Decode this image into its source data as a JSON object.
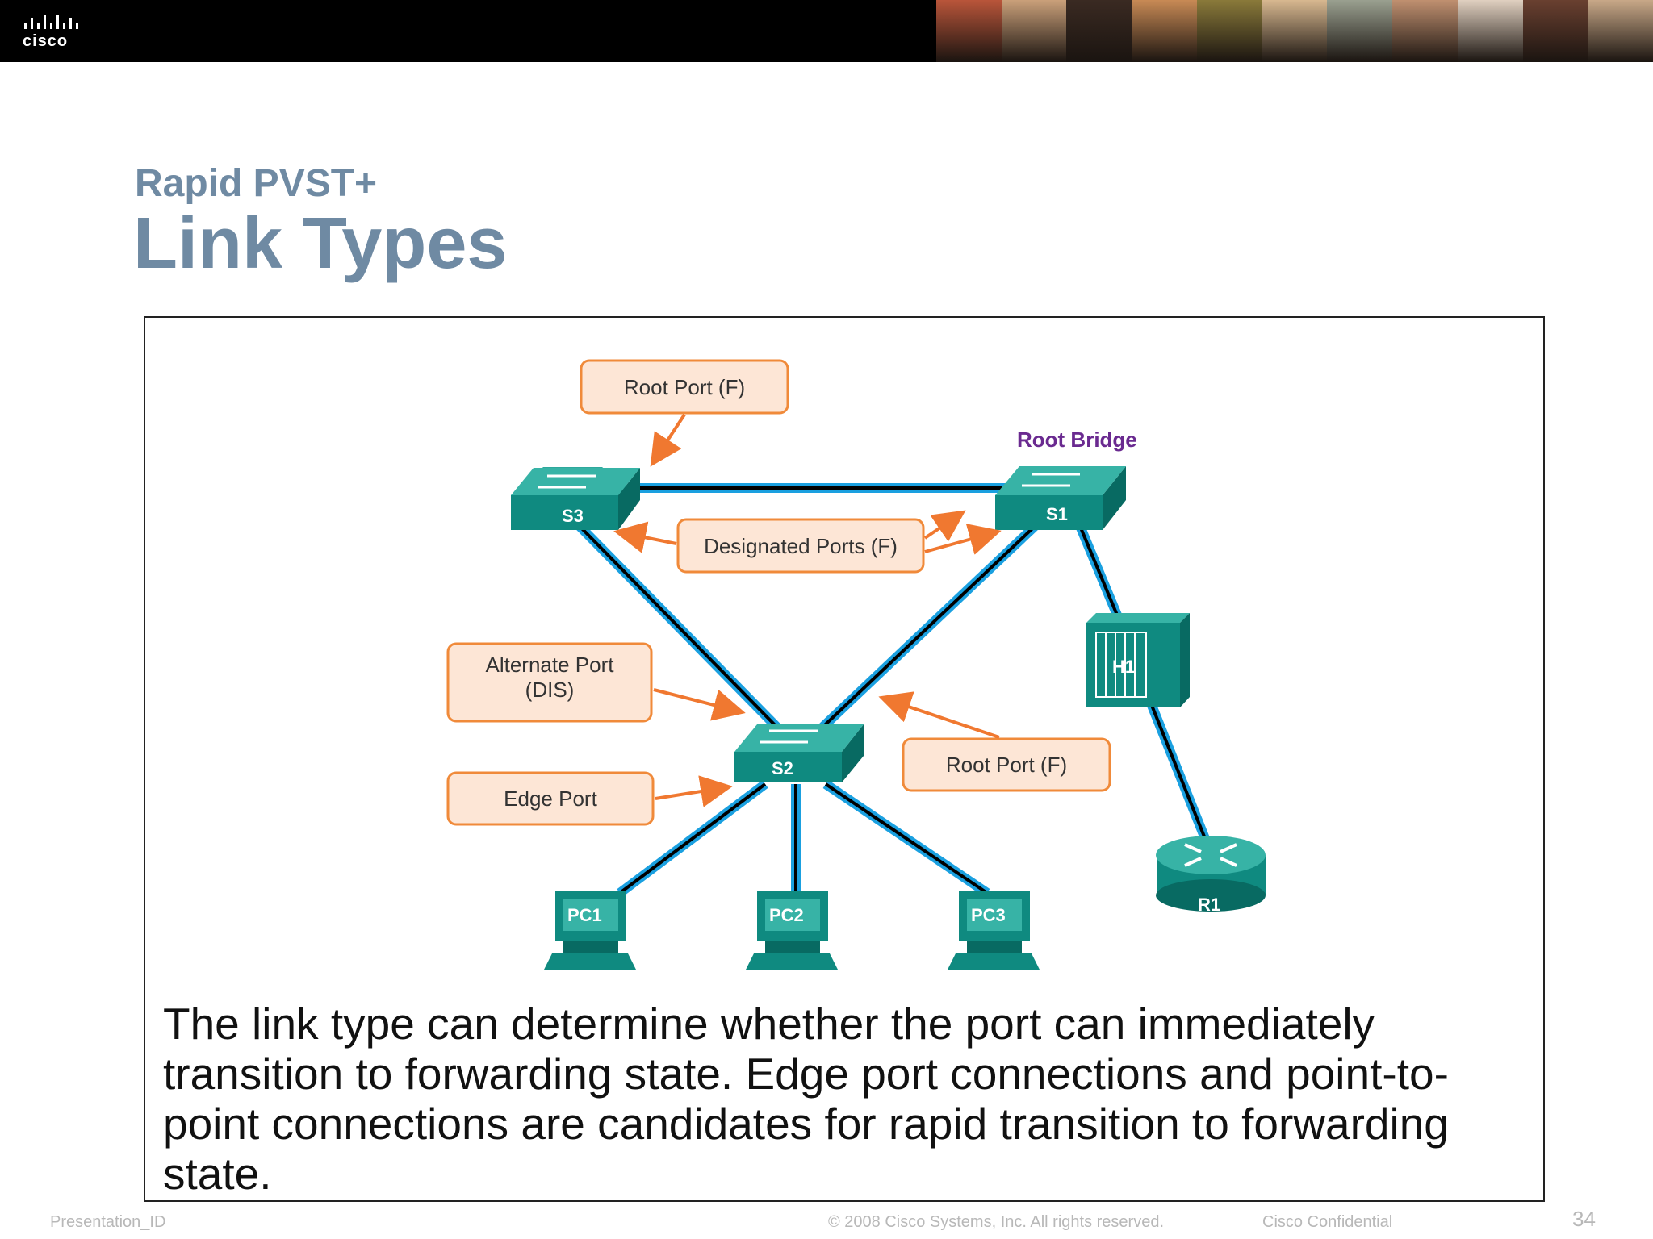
{
  "header": {
    "logo_text": "cisco",
    "photos": [
      "#b9553a",
      "#caa07a",
      "#3a2a22",
      "#c88a55",
      "#8a7a3a",
      "#d8b890",
      "#9aa090",
      "#c09070",
      "#e0d0c0",
      "#6a4030",
      "#c8a888"
    ]
  },
  "slide": {
    "subtitle": "Rapid PVST+",
    "title": "Link Types"
  },
  "diagram": {
    "root_bridge_label": "Root Bridge",
    "devices": {
      "s1": "S1",
      "s2": "S2",
      "s3": "S3",
      "h1": "H1",
      "r1": "R1",
      "pc1": "PC1",
      "pc2": "PC2",
      "pc3": "PC3"
    },
    "callouts": {
      "root_port_top": "Root Port (F)",
      "designated_ports": "Designated Ports (F)",
      "alternate_port_line1": "Alternate Port",
      "alternate_port_line2": "(DIS)",
      "edge_port": "Edge Port",
      "root_port_right": "Root Port (F)"
    },
    "colors": {
      "device": "#0f8a80",
      "device_dark": "#086a62",
      "link_outer": "#1aa0e0",
      "link_inner": "#000000",
      "callout_border": "#f08a3a",
      "callout_fill": "#fde6d6",
      "arrow": "#f07830",
      "root_bridge": "#6a2a90"
    }
  },
  "caption": "The link type can determine whether the port can immediately transition to forwarding state. Edge port connections and point-to-point connections are candidates for rapid transition to forwarding state.",
  "footer": {
    "presentation_id": "Presentation_ID",
    "copyright": "© 2008 Cisco Systems, Inc. All rights reserved.",
    "confidential": "Cisco Confidential",
    "page_number": "34"
  }
}
